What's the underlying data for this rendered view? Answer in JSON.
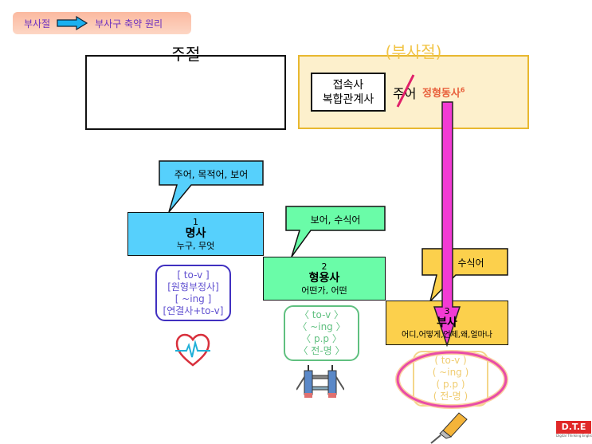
{
  "header": {
    "from": "부사절",
    "to": "부사구 축약 원리"
  },
  "main_clause": {
    "title": "주절"
  },
  "sub_clause": {
    "title": "(부사절)",
    "conj_line1": "접속사",
    "conj_line2": "복합관계사",
    "subject": "주어",
    "verb": "정형동사",
    "verb_sup": "6"
  },
  "noun": {
    "callout": "주어, 목적어, 보어",
    "num": "1",
    "title": "명사",
    "desc": "누구, 무엇",
    "forms": [
      "[ to-v ]",
      "[원형부정사]",
      "[ ~ing ]",
      "[연결사+to-v]"
    ]
  },
  "adjective": {
    "callout": "보어, 수식어",
    "num": "2",
    "title": "형용사",
    "desc": "어떤가, 어떤",
    "forms": [
      "〈 to-v 〉",
      "〈 ~ing 〉",
      "〈  p.p 〉",
      "〈 전-명 〉"
    ]
  },
  "adverb": {
    "callout": "수식어",
    "num": "3",
    "title": "부사",
    "desc": "어디,어떻게,언제,왜,얼마나",
    "forms": [
      "(  to-v  )",
      "( ~ing  )",
      "(   p.p  )",
      "( 전-명 )"
    ]
  },
  "logo": {
    "text": "D.T.E",
    "sub": "Digital Thinking English"
  },
  "colors": {
    "noun": "#56d0fc",
    "adjective": "#6afca8",
    "adverb": "#fcd04c",
    "arrow": "#f23bd4"
  }
}
